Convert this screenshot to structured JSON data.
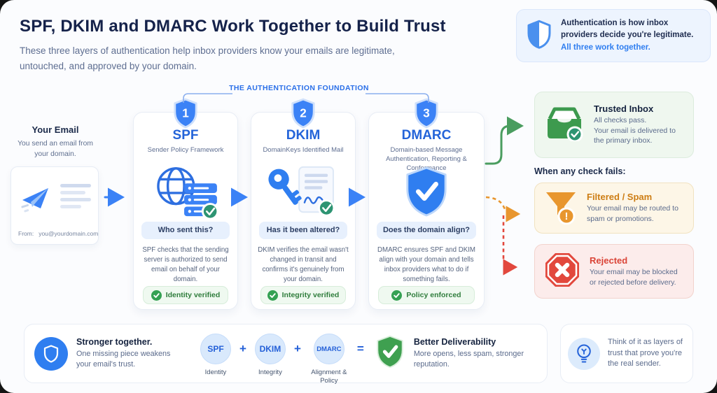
{
  "header": {
    "title": "SPF, DKIM and DMARC Work Together to Build Trust",
    "subtitle": "These three layers of authentication help inbox providers know your emails are legitimate, untouched, and approved by your domain."
  },
  "callout": {
    "text": "Authentication is how inbox providers decide you're legitimate.",
    "link": "All three work together."
  },
  "email": {
    "title": "Your Email",
    "desc": "You send an email from your domain.",
    "from_label": "From:",
    "from_value": "you@yourdomain.com"
  },
  "foundation_label": "THE AUTHENTICATION FOUNDATION",
  "steps": [
    {
      "number": "1",
      "name": "SPF",
      "full_name": "Sender Policy Framework",
      "question": "Who sent this?",
      "desc": "SPF checks that the sending server is authorized to send email on behalf of your domain.",
      "badge": "Identity verified"
    },
    {
      "number": "2",
      "name": "DKIM",
      "full_name": "DomainKeys Identified Mail",
      "question": "Has it been altered?",
      "desc": "DKIM verifies the email wasn't changed in transit and confirms it's genuinely from your domain.",
      "badge": "Integrity verified"
    },
    {
      "number": "3",
      "name": "DMARC",
      "full_name": "Domain-based Message Authentication, Reporting & Conformance",
      "question": "Does the domain align?",
      "desc": "DMARC ensures SPF and DKIM align with your domain and tells inbox providers what to do if something fails.",
      "badge": "Policy enforced"
    }
  ],
  "outcomes": {
    "trusted": {
      "title": "Trusted Inbox",
      "line1": "All checks pass.",
      "line2": "Your email is delivered to the primary inbox."
    },
    "fails_label": "When any check fails:",
    "filtered": {
      "title": "Filtered / Spam",
      "desc": "Your email may be routed to spam or promotions.",
      "mark": "!"
    },
    "rejected": {
      "title": "Rejected",
      "desc": "Your email may be blocked or rejected before delivery."
    }
  },
  "footer": {
    "stronger_title": "Stronger together.",
    "stronger_desc": "One missing piece weakens your email's trust.",
    "plus": "+",
    "equals": "=",
    "equation": [
      {
        "abbr": "SPF",
        "label": "Identity"
      },
      {
        "abbr": "DKIM",
        "label": "Integrity"
      },
      {
        "abbr": "DMARC",
        "label": "Alignment & Policy"
      }
    ],
    "result_title": "Better Deliverability",
    "result_desc": "More opens, less spam, stronger reputation.",
    "tip": "Think of it as layers of trust that prove you're the real sender."
  },
  "colors": {
    "accent_blue": "#2f7ef0",
    "navy": "#15224a",
    "muted_slate": "#5b6b8c",
    "success_green": "#3d9a4e",
    "check_teal": "#2d9472",
    "warning_orange": "#e8962e",
    "danger_red": "#e2483d",
    "light_blue_bg": "#edf4fe"
  }
}
